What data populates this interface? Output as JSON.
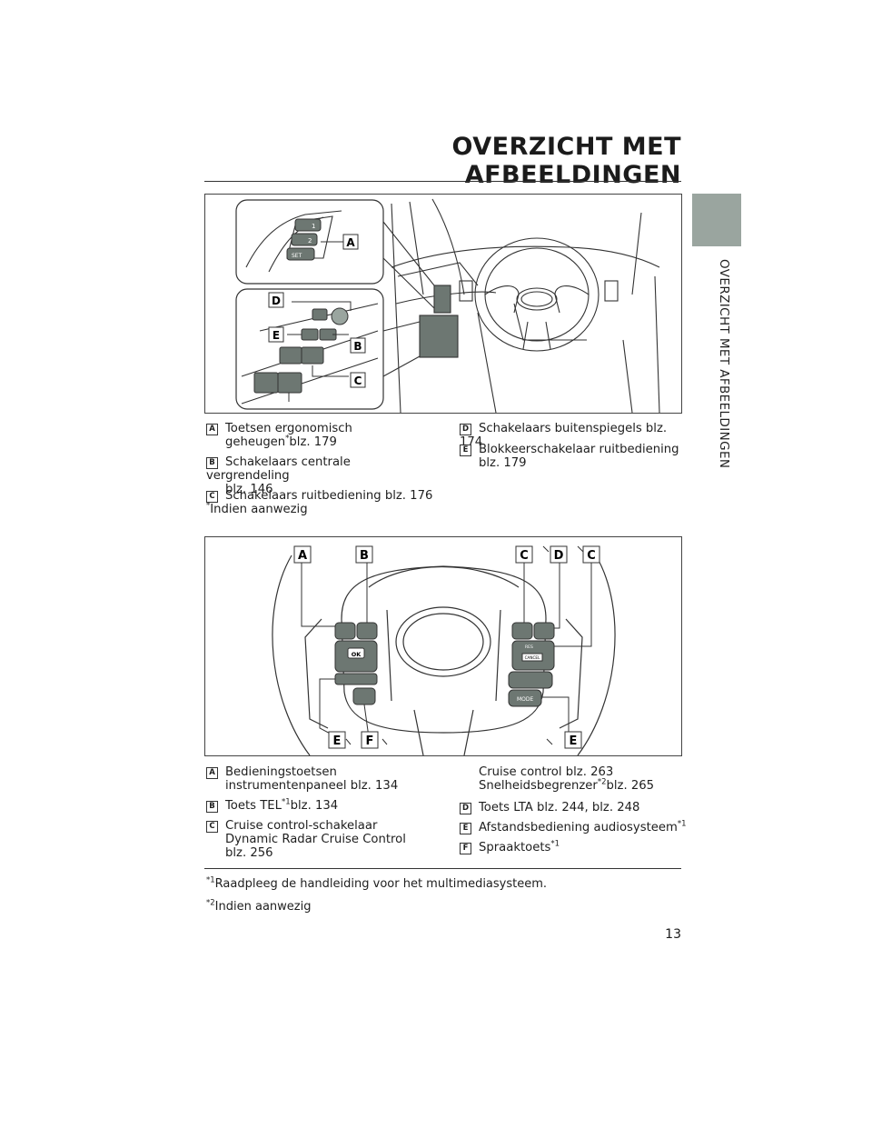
{
  "header": {
    "title": "OVERZICHT MET AFBEELDINGEN"
  },
  "side_tab": {
    "label": "OVERZICHT MET AFBEELDINGEN"
  },
  "figure1": {
    "callouts": [
      "A",
      "D",
      "E",
      "B",
      "C"
    ],
    "button_texts": [
      "1",
      "2",
      "SET"
    ]
  },
  "list1": {
    "left": [
      {
        "letter": "A",
        "line1": "Toetsen ergonomisch",
        "line2a": "geheugen",
        "sup": "*",
        "line2b": "blz. 179"
      },
      {
        "letter": "B",
        "line1": "Schakelaars centrale vergrendeling",
        "line2": "blz. 146"
      },
      {
        "letter": "C",
        "line1": "Schakelaars ruitbediening blz. 176"
      }
    ],
    "footnote_sup": "*",
    "footnote": "Indien aanwezig",
    "right": [
      {
        "letter": "D",
        "line1": "Schakelaars buitenspiegels blz. 174"
      },
      {
        "letter": "E",
        "line1": "Blokkeerschakelaar ruitbediening",
        "line2": "blz. 179"
      }
    ]
  },
  "figure2": {
    "callouts": [
      "A",
      "B",
      "C",
      "D",
      "C",
      "E",
      "F",
      "E"
    ],
    "button_texts": [
      "OK",
      "RES",
      "CANCEL",
      "MODE"
    ]
  },
  "list2": {
    "left": [
      {
        "letter": "A",
        "line1": "Bedieningstoetsen",
        "line2": "instrumentenpaneel blz. 134"
      },
      {
        "letter": "B",
        "line1a": "Toets TEL",
        "sup": "*1",
        "line1b": "blz. 134"
      },
      {
        "letter": "C",
        "line1": "Cruise control-schakelaar",
        "line2": "Dynamic Radar Cruise Control",
        "line3": "blz. 256"
      }
    ],
    "right_cont": {
      "line1": "Cruise control blz. 263",
      "line2a": "Snelheidsbegrenzer",
      "sup": "*2",
      "line2b": "blz. 265"
    },
    "right": [
      {
        "letter": "D",
        "line1": "Toets LTA blz. 244, blz. 248"
      },
      {
        "letter": "E",
        "line1a": "Afstandsbediening audiosysteem",
        "sup": "*1"
      },
      {
        "letter": "F",
        "line1a": "Spraaktoets",
        "sup": "*1"
      }
    ]
  },
  "footnotes": [
    {
      "sup": "*1",
      "text": "Raadpleeg de handleiding voor het multimediasysteem."
    },
    {
      "sup": "*2",
      "text": "Indien aanwezig"
    }
  ],
  "page_number": "13"
}
